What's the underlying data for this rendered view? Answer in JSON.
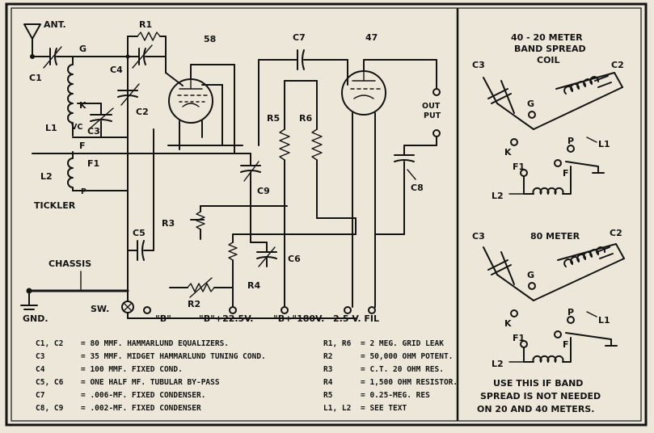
{
  "left": {
    "ant": "ANT.",
    "chassis": "CHASSIS",
    "gnd": "GND.",
    "tickler": "TICKLER",
    "sw": "SW.",
    "tubes": {
      "t58": "58",
      "t47": "47"
    },
    "parts": {
      "c1": "C1",
      "c2": "C2",
      "c3": "C3",
      "c4": "C4",
      "c5": "C5",
      "c6": "C6",
      "c7": "C7",
      "c8": "C8",
      "c9": "C9",
      "r1": "R1",
      "r2": "R2",
      "r3": "R3",
      "r4": "R4",
      "r5": "R5",
      "r6": "R6",
      "l1": "L1",
      "l2": "L2",
      "f1": "F1",
      "g": "G",
      "k": "K",
      "vc": "VC",
      "f": "F",
      "p": "P"
    },
    "out": [
      "OUT",
      "PUT"
    ],
    "supplies": {
      "bminus": "\"B\"",
      "b225": "\"B\"+22.5V.",
      "b180": "\"B+\"180V.",
      "fil": "2.5 V. FIL"
    },
    "legend_left": [
      {
        "ref": "C1, C2",
        "desc": "= 80 MMF. HAMMARLUND EQUALIZERS."
      },
      {
        "ref": "C3",
        "desc": "= 35 MMF. MIDGET HAMMARLUND TUNING COND."
      },
      {
        "ref": "C4",
        "desc": "= 100 MMF. FIXED COND."
      },
      {
        "ref": "C5, C6",
        "desc": "= ONE HALF MF. TUBULAR BY-PASS"
      },
      {
        "ref": "C7",
        "desc": "= .006-MF. FIXED CONDENSER."
      },
      {
        "ref": "C8, C9",
        "desc": "= .002-MF. FIXED CONDENSER"
      }
    ],
    "legend_right": [
      {
        "ref": "R1, R6",
        "desc": "= 2 MEG. GRID LEAK"
      },
      {
        "ref": "R2",
        "desc": "= 50,000 OHM POTENT."
      },
      {
        "ref": "R3",
        "desc": "= C.T. 20 OHM RES."
      },
      {
        "ref": "R4",
        "desc": "= 1,500 OHM RESISTOR."
      },
      {
        "ref": "R5",
        "desc": "= 0.25-MEG. RES"
      },
      {
        "ref": "L1, L2",
        "desc": "= SEE TEXT"
      }
    ]
  },
  "right": {
    "top_title": [
      "40 - 20 METER",
      "BAND SPREAD",
      "COIL"
    ],
    "bottom_title": "80 METER",
    "labels": {
      "c3": "C3",
      "c2": "C2",
      "g": "G",
      "k": "K",
      "p": "P",
      "f": "F",
      "f1": "F1",
      "l1": "L1",
      "l2": "L2"
    },
    "note": [
      "USE THIS IF BAND",
      "SPREAD IS NOT NEEDED",
      "ON 20 AND 40 METERS."
    ]
  }
}
